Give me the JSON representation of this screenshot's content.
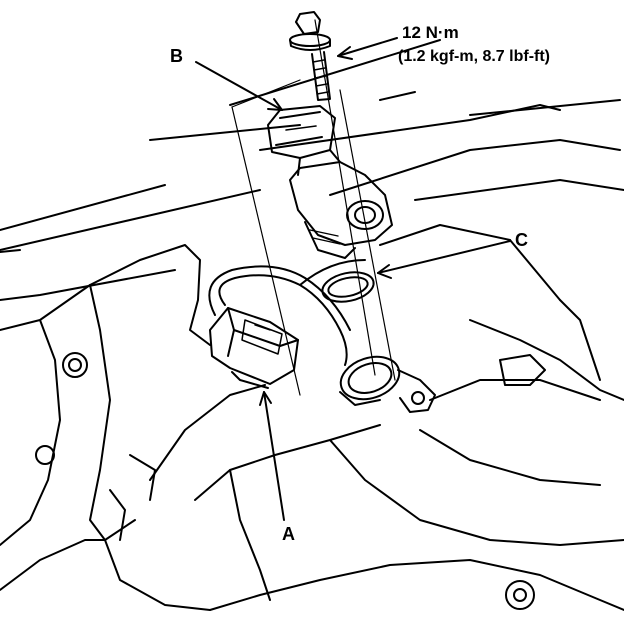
{
  "torque": {
    "value": "12 N·m",
    "conversions": "(1.2 kgf-m, 8.7 lbf-ft)"
  },
  "callouts": {
    "a": "A",
    "b": "B",
    "c": "C"
  },
  "colors": {
    "line": "#000000",
    "background": "#ffffff"
  }
}
